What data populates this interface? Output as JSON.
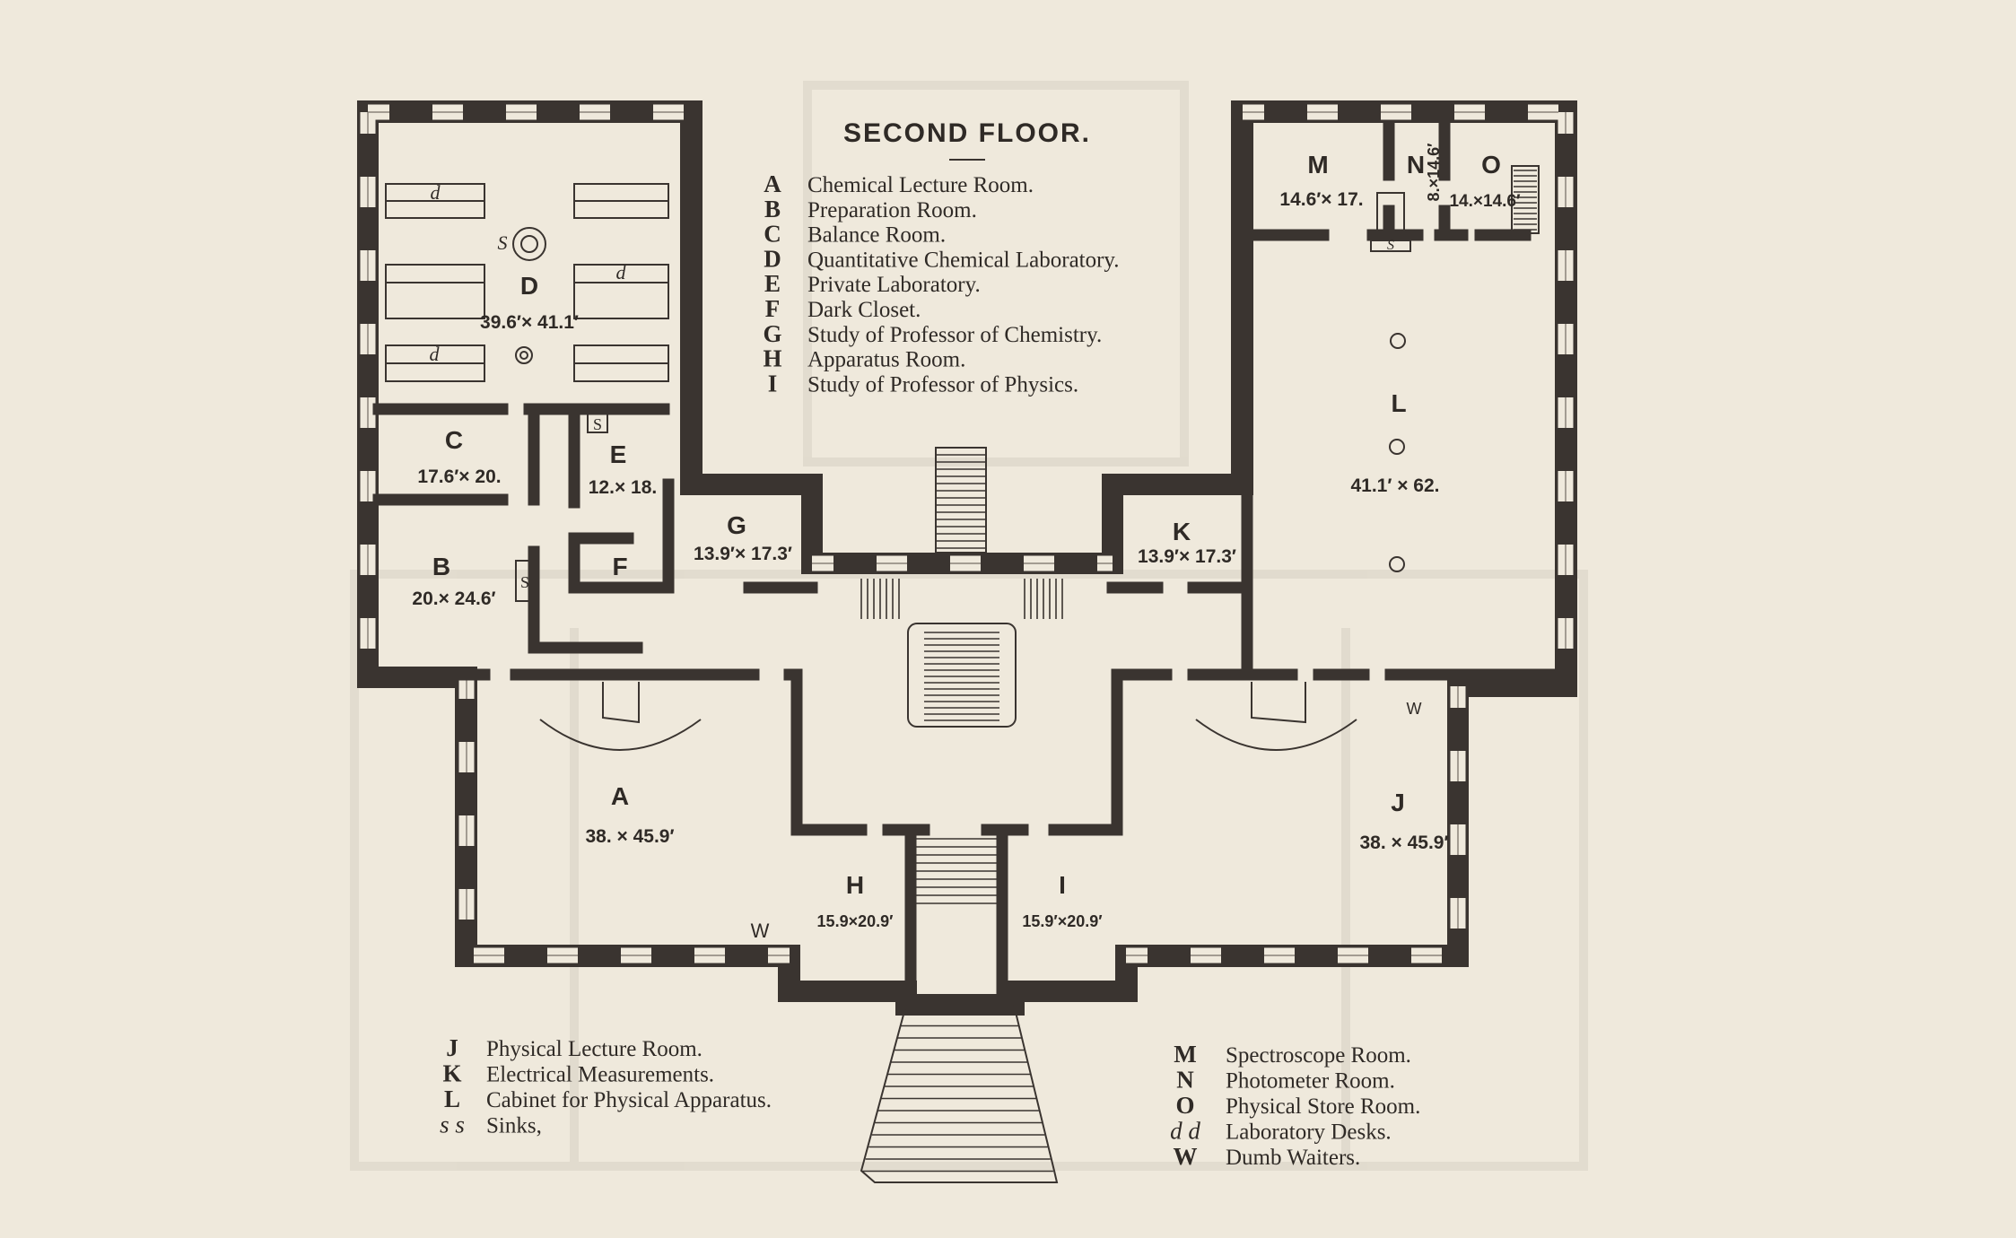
{
  "title": "SECOND FLOOR.",
  "legend_top": [
    {
      "key": "A",
      "label": "Chemical Lecture Room."
    },
    {
      "key": "B",
      "label": "Preparation Room."
    },
    {
      "key": "C",
      "label": "Balance Room."
    },
    {
      "key": "D",
      "label": "Quantitative Chemical Laboratory."
    },
    {
      "key": "E",
      "label": "Private Laboratory."
    },
    {
      "key": "F",
      "label": "Dark Closet."
    },
    {
      "key": "G",
      "label": "Study of Professor of Chemistry."
    },
    {
      "key": "H",
      "label": "Apparatus Room."
    },
    {
      "key": "I",
      "label": "Study of Professor of Physics."
    }
  ],
  "legend_bottom_left": [
    {
      "key": "J",
      "label": "Physical Lecture Room."
    },
    {
      "key": "K",
      "label": "Electrical Measurements."
    },
    {
      "key": "L",
      "label": "Cabinet for Physical Apparatus."
    },
    {
      "key": "s s",
      "label": "Sinks,"
    }
  ],
  "legend_bottom_right": [
    {
      "key": "M",
      "label": "Spectroscope Room."
    },
    {
      "key": "N",
      "label": "Photometer Room."
    },
    {
      "key": "O",
      "label": "Physical Store Room."
    },
    {
      "key": "d d",
      "label": "Laboratory Desks."
    },
    {
      "key": "W",
      "label": "Dumb Waiters."
    }
  ],
  "rooms": {
    "A": {
      "letter": "A",
      "dims": "38. × 45.9′"
    },
    "B": {
      "letter": "B",
      "dims": "20.× 24.6′"
    },
    "C": {
      "letter": "C",
      "dims": "17.6′× 20."
    },
    "D": {
      "letter": "D",
      "dims": "39.6′× 41.1′"
    },
    "E": {
      "letter": "E",
      "dims": "12.× 18."
    },
    "F": {
      "letter": "F"
    },
    "G": {
      "letter": "G",
      "dims": "13.9′× 17.3′"
    },
    "H": {
      "letter": "H",
      "dims": "15.9×20.9′"
    },
    "I": {
      "letter": "I",
      "dims": "15.9′×20.9′"
    },
    "J": {
      "letter": "J",
      "dims": "38. × 45.9′"
    },
    "K": {
      "letter": "K",
      "dims": "13.9′× 17.3′"
    },
    "L": {
      "letter": "L",
      "dims": "41.1′ × 62."
    },
    "M": {
      "letter": "M",
      "dims": "14.6′× 17."
    },
    "N": {
      "letter": "N",
      "dims": "8.×14.6′"
    },
    "O": {
      "letter": "O",
      "dims": "14.×14.6′"
    }
  },
  "marks": {
    "sink": "S",
    "desk": "d",
    "dumb_waiter": "W"
  }
}
